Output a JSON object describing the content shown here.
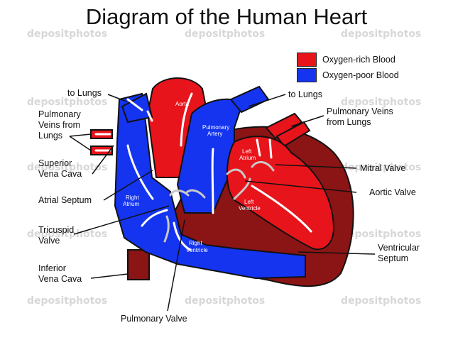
{
  "title": "Diagram of the Human Heart",
  "legend": [
    {
      "label": "Oxygen-rich Blood",
      "color": "#e8141b"
    },
    {
      "label": "Oxygen-poor Blood",
      "color": "#1434f0"
    }
  ],
  "colors": {
    "red": "#e8141b",
    "blue": "#1434f0",
    "dark_red": "#8b1414",
    "white": "#ffffff"
  },
  "labels": {
    "to_lungs_left": "to Lungs",
    "pulmonary_veins_left_1": "Pulmonary",
    "pulmonary_veins_left_2": "Veins from",
    "pulmonary_veins_left_3": "Lungs",
    "superior_vena_cava_1": "Superior",
    "superior_vena_cava_2": "Vena Cava",
    "atrial_septum": "Atrial Septum",
    "tricuspid_valve_1": "Tricuspid",
    "tricuspid_valve_2": "Valve",
    "inferior_vena_cava_1": "Inferior",
    "inferior_vena_cava_2": "Vena Cava",
    "pulmonary_valve": "Pulmonary Valve",
    "to_lungs_right": "to Lungs",
    "pulmonary_veins_right_1": "Pulmonary Veins",
    "pulmonary_veins_right_2": "from Lungs",
    "mitral_valve": "Mitral Valve",
    "aortic_valve": "Aortic Valve",
    "ventricular_septum_1": "Ventricular",
    "ventricular_septum_2": "Septum"
  },
  "inner_labels": {
    "aorta": "Aorta",
    "pulmonary_artery_1": "Pulmonary",
    "pulmonary_artery_2": "Artery",
    "left_atrium_1": "Left",
    "left_atrium_2": "Atrium",
    "right_atrium_1": "Right",
    "right_atrium_2": "Atrium",
    "left_ventricle_1": "Left",
    "left_ventricle_2": "Ventricle",
    "right_ventricle_1": "Right",
    "right_ventricle_2": "Ventricle"
  },
  "watermark": "depositphotos"
}
